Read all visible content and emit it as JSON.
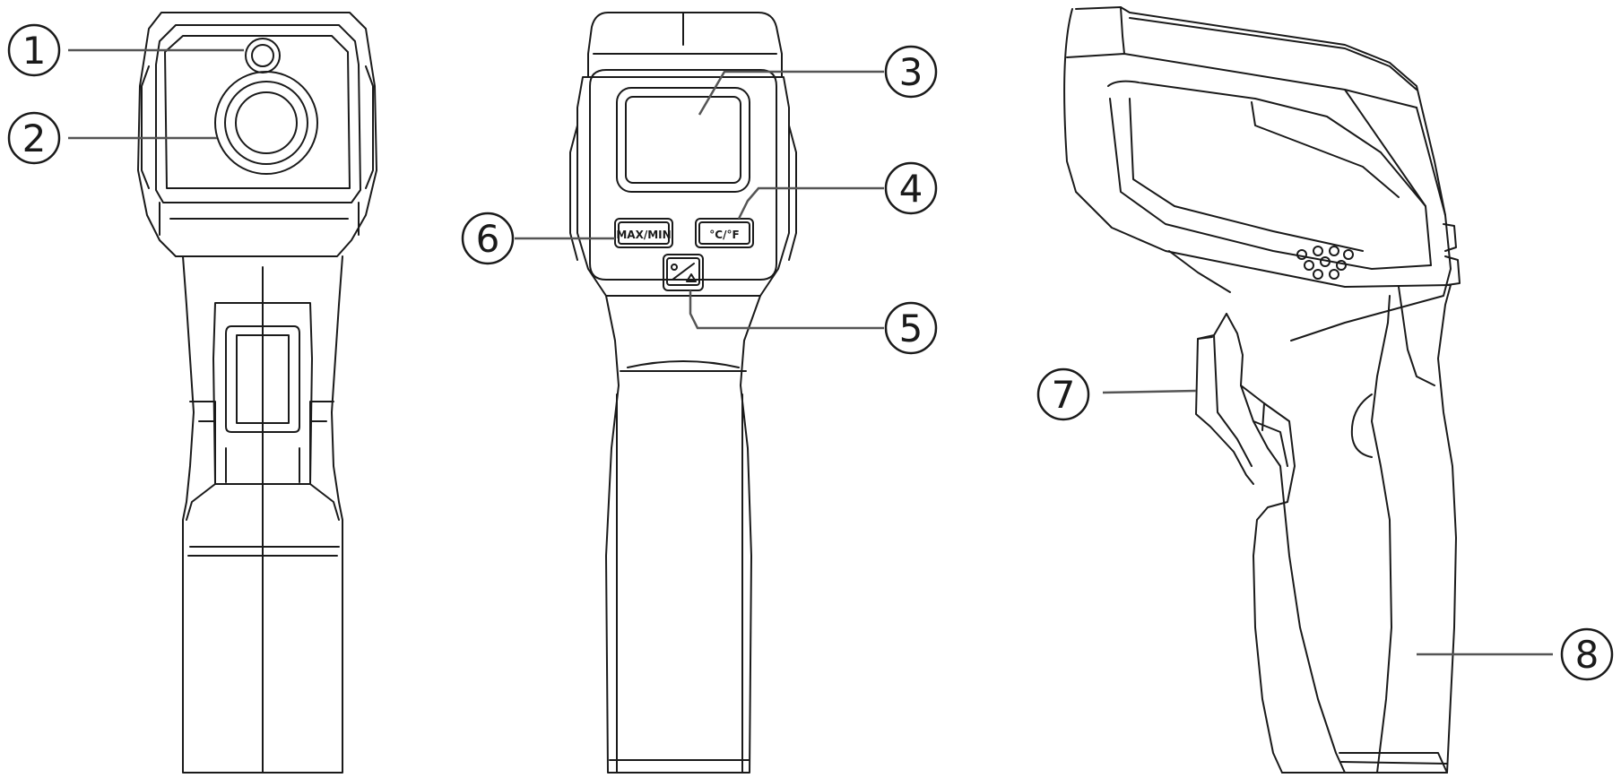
{
  "callouts": [
    {
      "number": "1",
      "target": "laser-aperture"
    },
    {
      "number": "2",
      "target": "ir-sensor-lens"
    },
    {
      "number": "3",
      "target": "lcd-display"
    },
    {
      "number": "4",
      "target": "unit-button"
    },
    {
      "number": "5",
      "target": "backlight-laser-button"
    },
    {
      "number": "6",
      "target": "max-min-button"
    },
    {
      "number": "7",
      "target": "trigger"
    },
    {
      "number": "8",
      "target": "handle-battery-cover"
    }
  ],
  "buttons": {
    "max_min": "MAX/MIN",
    "unit": "°C/°F"
  },
  "colors": {
    "outline": "#1a1a1a",
    "leader": "#555555",
    "background": "#ffffff"
  }
}
